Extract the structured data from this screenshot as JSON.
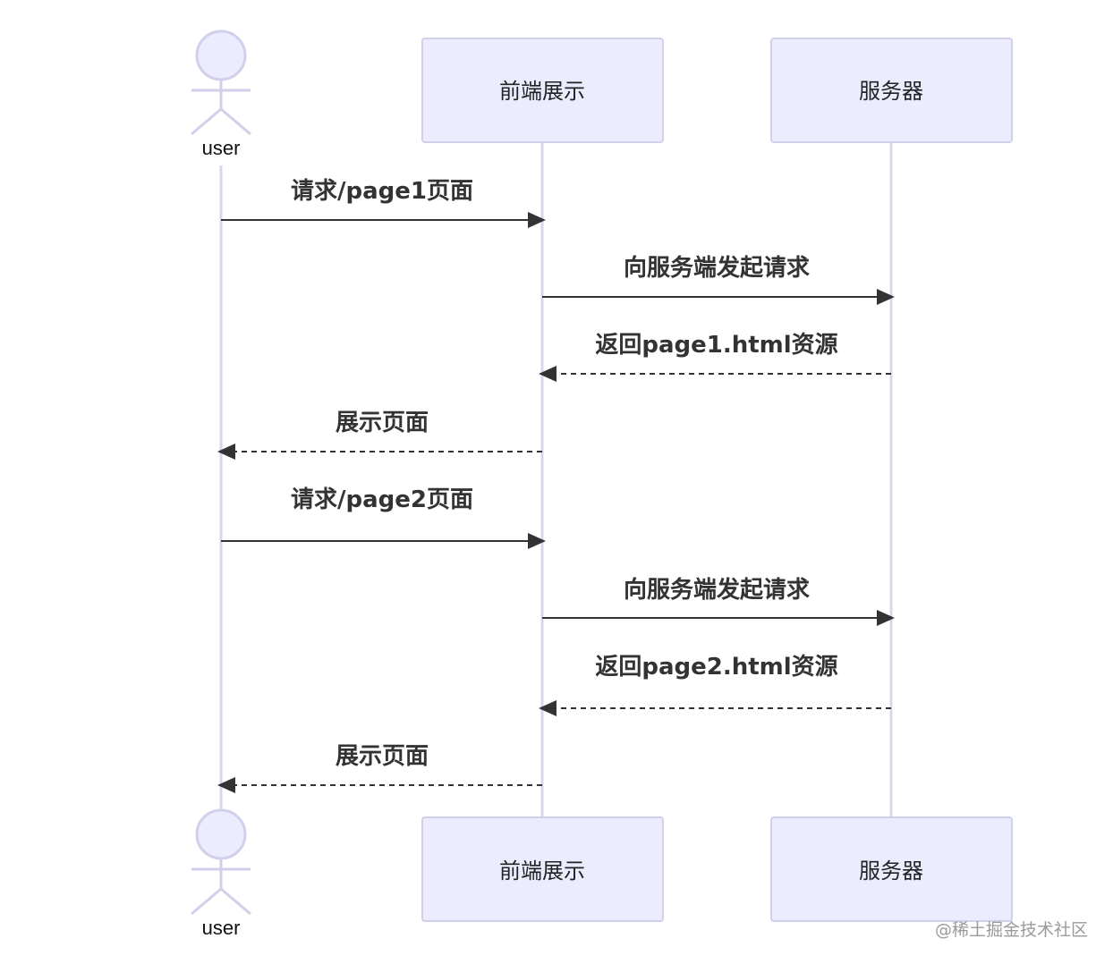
{
  "participants": [
    {
      "id": "user",
      "label": "user",
      "kind": "actor"
    },
    {
      "id": "frontend",
      "label": "前端展示",
      "kind": "box"
    },
    {
      "id": "server",
      "label": "服务器",
      "kind": "box"
    }
  ],
  "messages": [
    {
      "from": "user",
      "to": "frontend",
      "label": "请求/page1页面",
      "style": "solid"
    },
    {
      "from": "frontend",
      "to": "server",
      "label": "向服务端发起请求",
      "style": "solid"
    },
    {
      "from": "server",
      "to": "frontend",
      "label": "返回page1.html资源",
      "style": "dashed"
    },
    {
      "from": "frontend",
      "to": "user",
      "label": "展示页面",
      "style": "dashed"
    },
    {
      "from": "user",
      "to": "frontend",
      "label": "请求/page2页面",
      "style": "solid"
    },
    {
      "from": "frontend",
      "to": "server",
      "label": "向服务端发起请求",
      "style": "solid"
    },
    {
      "from": "server",
      "to": "frontend",
      "label": "返回page2.html资源",
      "style": "dashed"
    },
    {
      "from": "frontend",
      "to": "user",
      "label": "展示页面",
      "style": "dashed"
    }
  ],
  "colors": {
    "box_fill": "#ECECFF",
    "box_stroke": "#D2CFEA",
    "lifeline": "#D8D6EE",
    "message": "#333333"
  },
  "watermark": "@稀土掘金技术社区"
}
